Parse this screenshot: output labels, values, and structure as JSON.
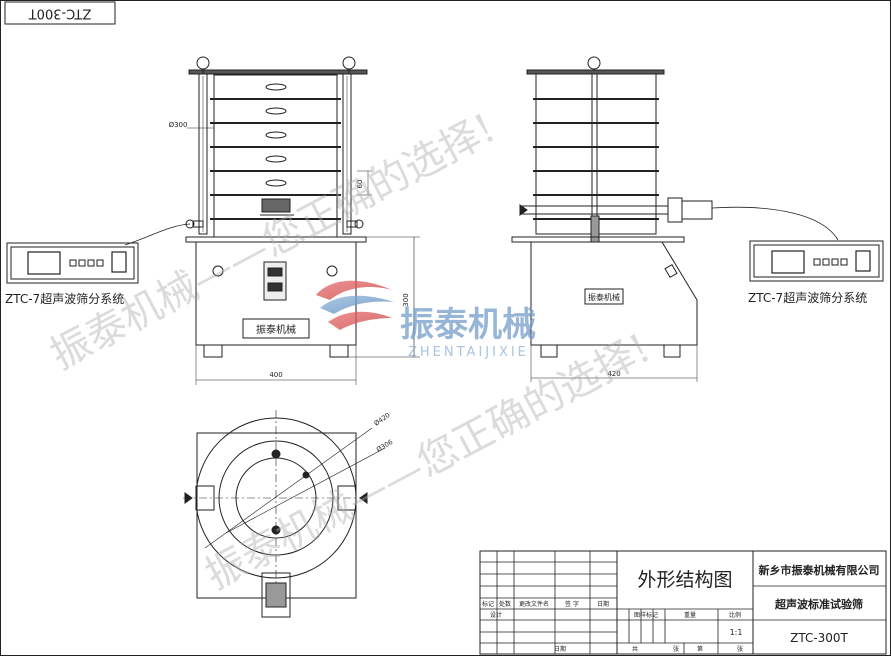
{
  "drawing": {
    "corner_code": "ZTC-300T",
    "views": {
      "front": {
        "diameter_label": "Ø300",
        "pitch_label": "60",
        "height_label": "300",
        "width_label": "400",
        "body_nameplate": "振泰机械"
      },
      "side": {
        "width_label": "420",
        "body_nameplate": "振泰机械"
      },
      "top": {
        "outer_diameter_label": "Ø420",
        "inner_diameter_label": "Ø306"
      }
    },
    "controllers": {
      "left_label": "ZTC-7超声波筛分系统",
      "right_label": "ZTC-7超声波筛分系统"
    },
    "watermark": {
      "brand_cn": "振泰机械",
      "brand_en": "ZHENTAIJIXIE",
      "slogan_upper": "振泰机械——您正确的选择!",
      "slogan_lower": "振泰机械——您正确的选择!"
    }
  },
  "title_block": {
    "drawing_title": "外形结构图",
    "company": "新乡市振泰机械有限公司",
    "product_name": "超声波标准试验筛",
    "model": "ZTC-300T",
    "scale": "1:1",
    "headers": {
      "mark": "标记",
      "count": "处数",
      "change_doc": "更改文件名",
      "signature": "签 字",
      "date": "日期",
      "design": "设计",
      "stage_mark": "图样标记",
      "weight": "重量",
      "scale_label": "比例",
      "total": "共",
      "sheet": "张",
      "page": "第",
      "approve_date": "日期"
    }
  }
}
